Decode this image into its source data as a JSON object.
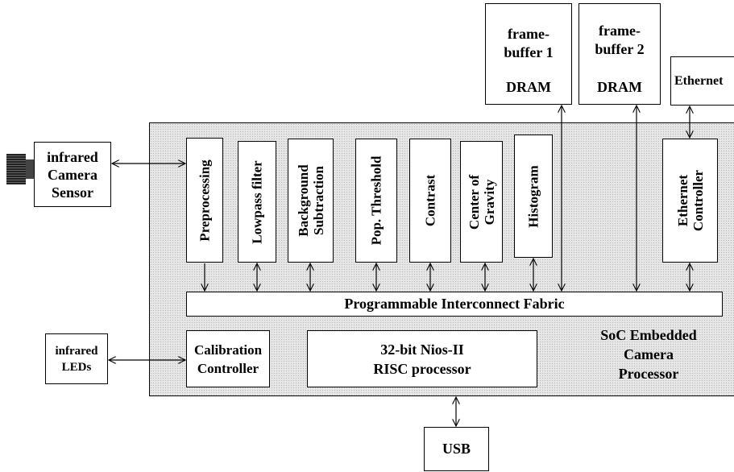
{
  "soc": {
    "line1": "SoC Embedded",
    "line2": "Camera",
    "line3": "Processor"
  },
  "camera_sensor": {
    "line1": "infrared",
    "line2": "Camera",
    "line3": "Sensor"
  },
  "infrared_leds": {
    "line1": "infrared",
    "line2": "LEDs"
  },
  "framebuffer1": {
    "line1": "frame-",
    "line2": "buffer 1",
    "line3": "DRAM"
  },
  "framebuffer2": {
    "line1": "frame-",
    "line2": "buffer 2",
    "line3": "DRAM"
  },
  "ethernet": {
    "label": "Ethernet"
  },
  "usb": {
    "label": "USB"
  },
  "modules": {
    "preprocessing": {
      "line1": "Preprocessing"
    },
    "lowpass": {
      "line1": "Lowpass filter"
    },
    "background": {
      "line1": "Background",
      "line2": "Subtraction"
    },
    "threshold": {
      "line1": "Pop. Threshold"
    },
    "contrast": {
      "line1": "Contrast"
    },
    "gravity": {
      "line1": "Center of",
      "line2": "Gravity"
    },
    "histogram": {
      "line1": "Histogram"
    },
    "ethernet_controller": {
      "line1": "Ethernet",
      "line2": "Controller"
    }
  },
  "interconnect": {
    "label": "Programmable Interconnect Fabric"
  },
  "calibration": {
    "line1": "Calibration",
    "line2": "Controller"
  },
  "nios": {
    "line1": "32-bit Nios-II",
    "line2": "RISC processor"
  }
}
